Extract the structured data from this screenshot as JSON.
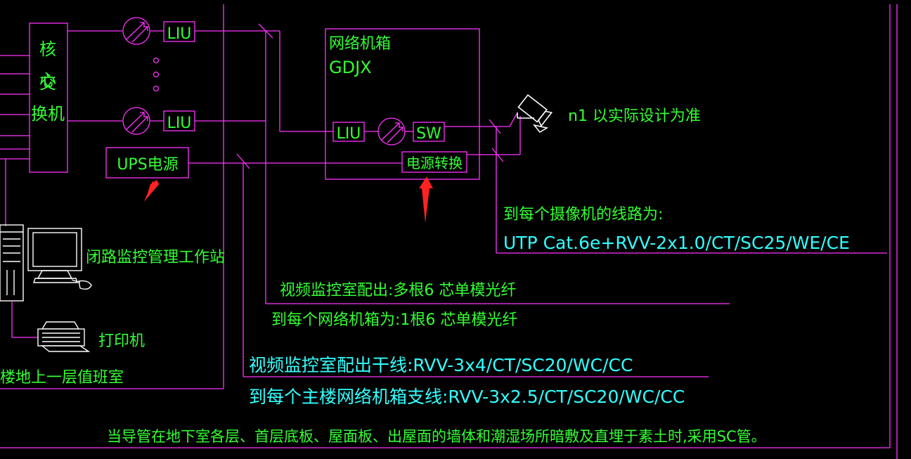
{
  "colors": {
    "background": "#000000",
    "line_magenta": "#ff33ff",
    "text_green": "#33ff33",
    "text_cyan": "#33ffff",
    "arrow_red": "#ff2222",
    "device_white": "#ffffff"
  },
  "center": {
    "core_switch_chars": [
      "核",
      "心",
      "交",
      "换机"
    ],
    "liu_top": "LIU",
    "liu_bottom": "LIU",
    "ups_label": "UPS电源",
    "workstation_label": "闭路监控管理工作站",
    "printer_label": "打印机",
    "room_label": "楼地上一层值班室"
  },
  "cabinet": {
    "title_line1": "网络机箱",
    "title_line2": "GDJX",
    "liu": "LIU",
    "sw": "SW",
    "power_convert": "电源转换"
  },
  "camera": {
    "label": "n1 以实际设计为准"
  },
  "cable_notes": {
    "camera_line_title": "到每个摄像机的线路为:",
    "camera_line_spec": "UTP Cat.6e+RVV-2x1.0/CT/SC25/WE/CE",
    "fiber_out": "视频监控室配出:多根6 芯单模光纤",
    "fiber_each": "到每个网络机箱为:1根6 芯单模光纤",
    "power_trunk": "视频监控室配出干线:RVV-3x4/CT/SC20/WC/CC",
    "power_branch": "到每个主楼网络机箱支线:RVV-3x2.5/CT/SC20/WC/CC"
  },
  "footer_note": "当导管在地下室各层、首层底板、屋面板、出屋面的墙体和潮湿场所暗敷及直埋于素土时,采用SC管。"
}
